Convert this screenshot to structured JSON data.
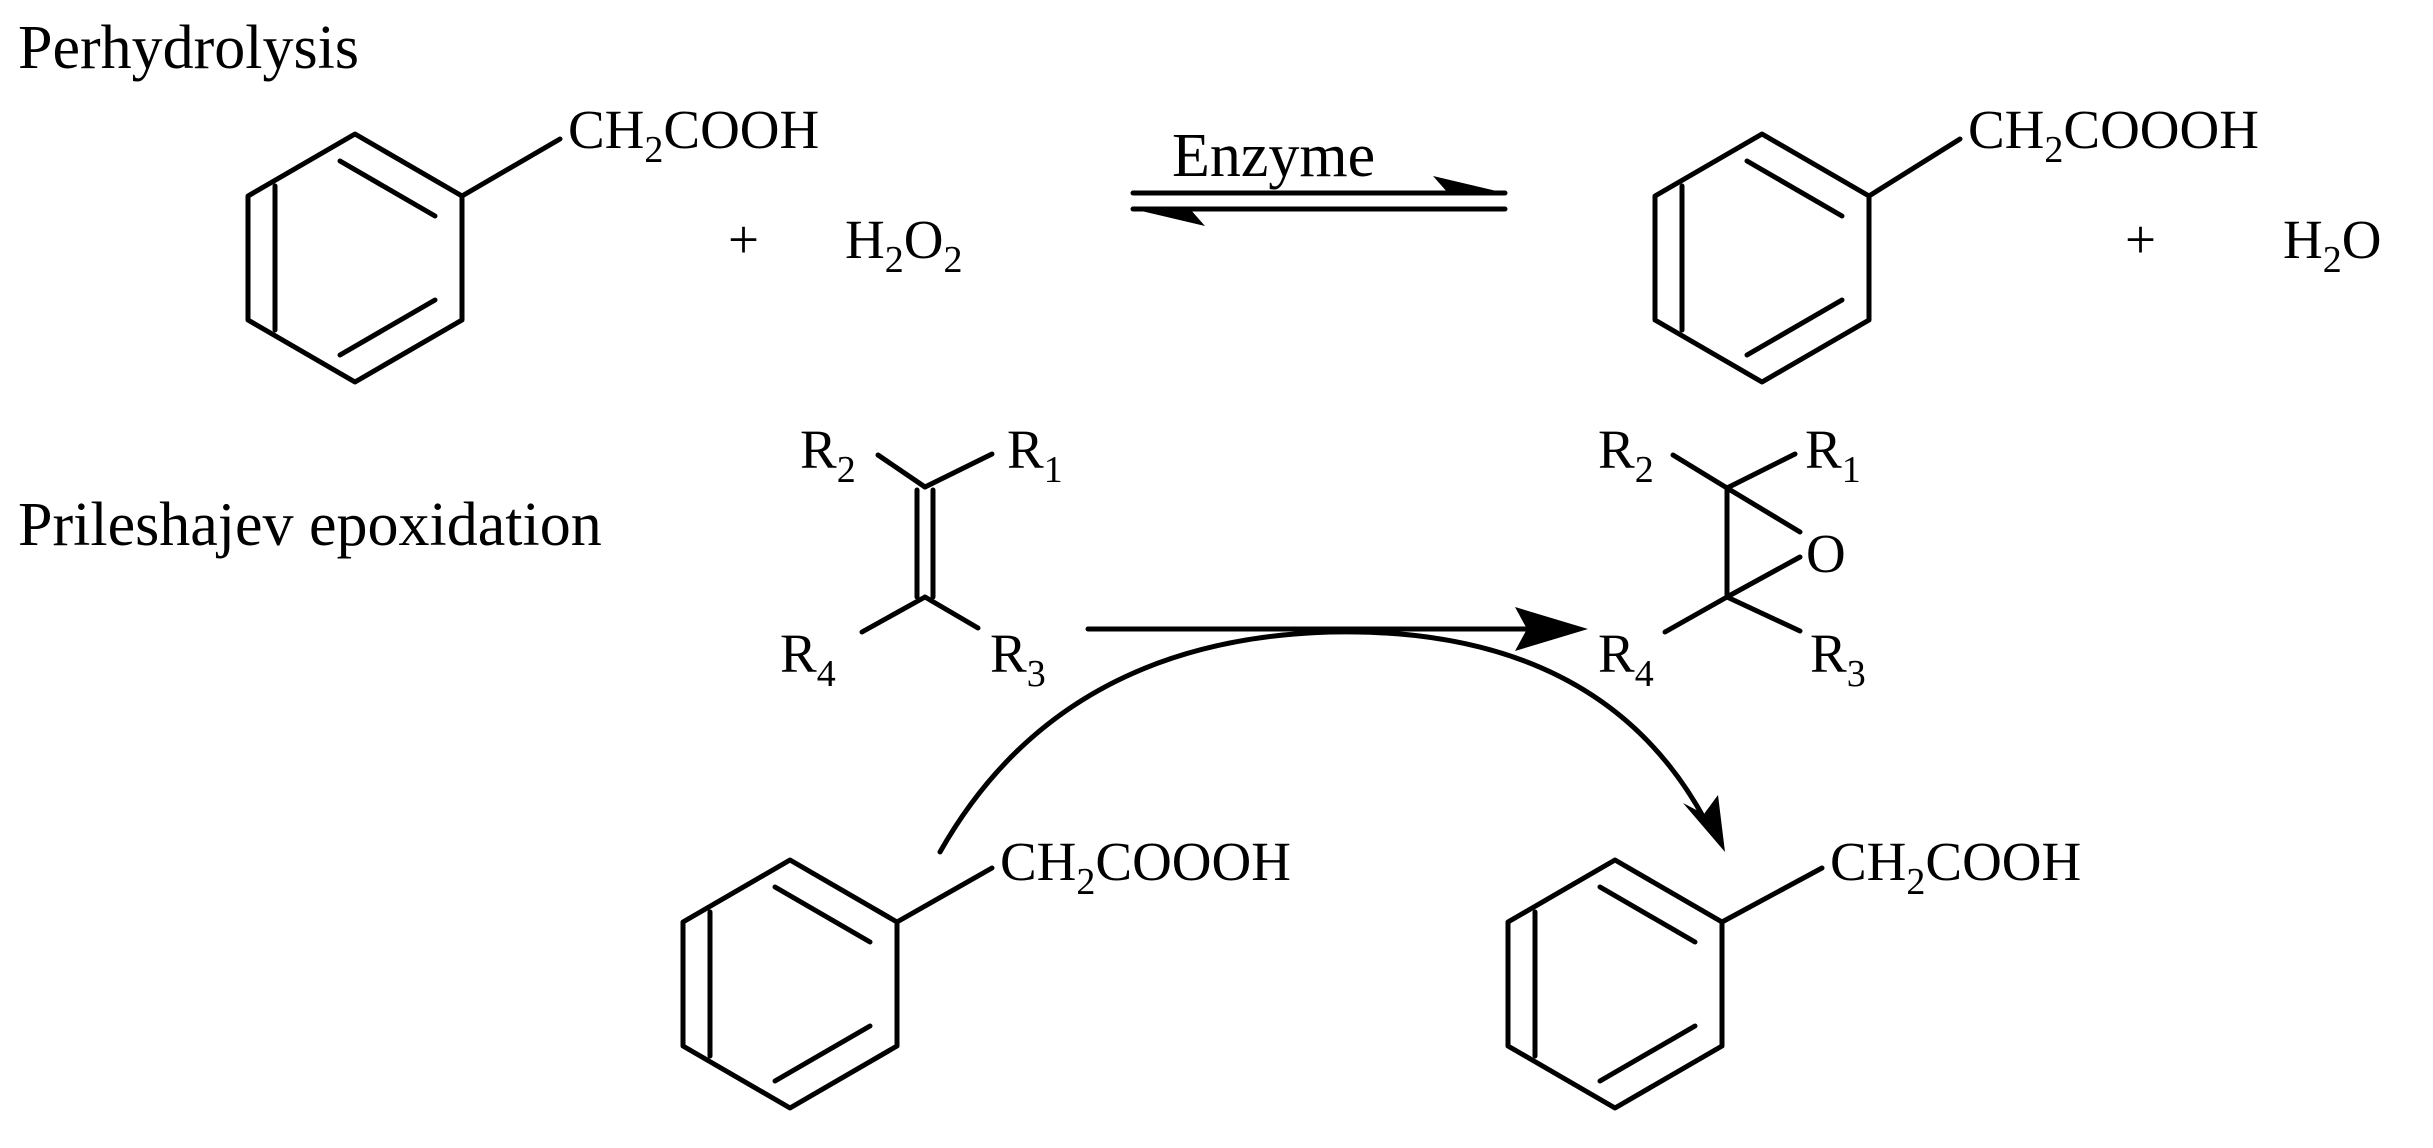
{
  "headings": {
    "perhydrolysis": "Perhydrolysis",
    "prileshajev": "Prileshajev epoxidation"
  },
  "reaction1": {
    "reactant_group": {
      "a": "CH",
      "sub": "2",
      "b": "COOH"
    },
    "plus1": "+",
    "h2o2": {
      "h": "H",
      "sub1": "2",
      "o": "O",
      "sub2": "2"
    },
    "catalyst": "Enzyme",
    "product_group": {
      "a": "CH",
      "sub": "2",
      "b": "COOOH"
    },
    "plus2": "+",
    "water": {
      "h": "H",
      "sub": "2",
      "o": "O"
    }
  },
  "reaction2": {
    "alkene": {
      "r1": {
        "r": "R",
        "sub": "1"
      },
      "r2": {
        "r": "R",
        "sub": "2"
      },
      "r3": {
        "r": "R",
        "sub": "3"
      },
      "r4": {
        "r": "R",
        "sub": "4"
      }
    },
    "epoxide": {
      "r1": {
        "r": "R",
        "sub": "1"
      },
      "r2": {
        "r": "R",
        "sub": "2"
      },
      "r3": {
        "r": "R",
        "sub": "3"
      },
      "r4": {
        "r": "R",
        "sub": "4"
      },
      "oxygen": "O"
    },
    "peracid_group": {
      "a": "CH",
      "sub": "2",
      "b": "COOOH"
    },
    "acid_group": {
      "a": "CH",
      "sub": "2",
      "b": "COOH"
    }
  }
}
